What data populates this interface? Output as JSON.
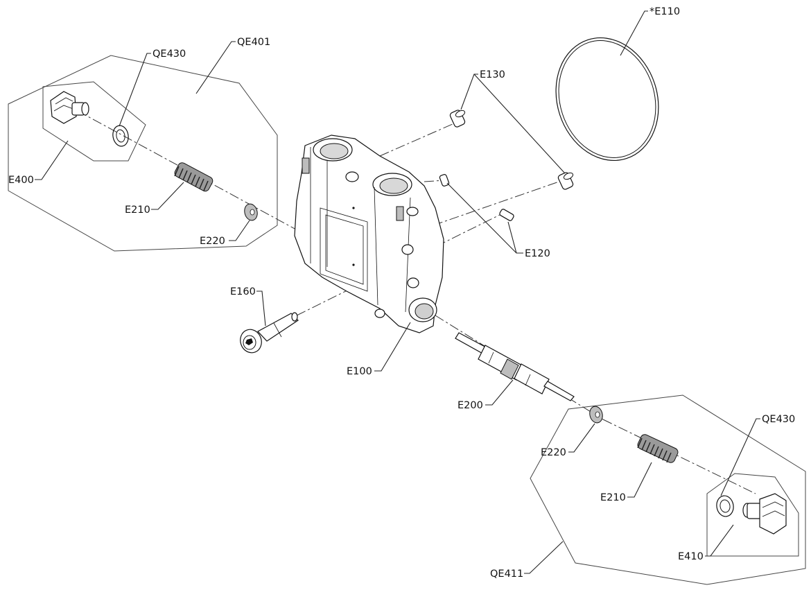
{
  "labels": {
    "e110": "*E110",
    "qe401": "QE401",
    "qe430_top": "QE430",
    "e130": "E130",
    "e400": "E400",
    "e210_top": "E210",
    "e220_top": "E220",
    "e120": "E120",
    "e160": "E160",
    "e100": "E100",
    "e200": "E200",
    "qe430_bottom": "QE430",
    "e220_bottom": "E220",
    "e210_bottom": "E210",
    "e410": "E410",
    "qe411": "QE411"
  }
}
